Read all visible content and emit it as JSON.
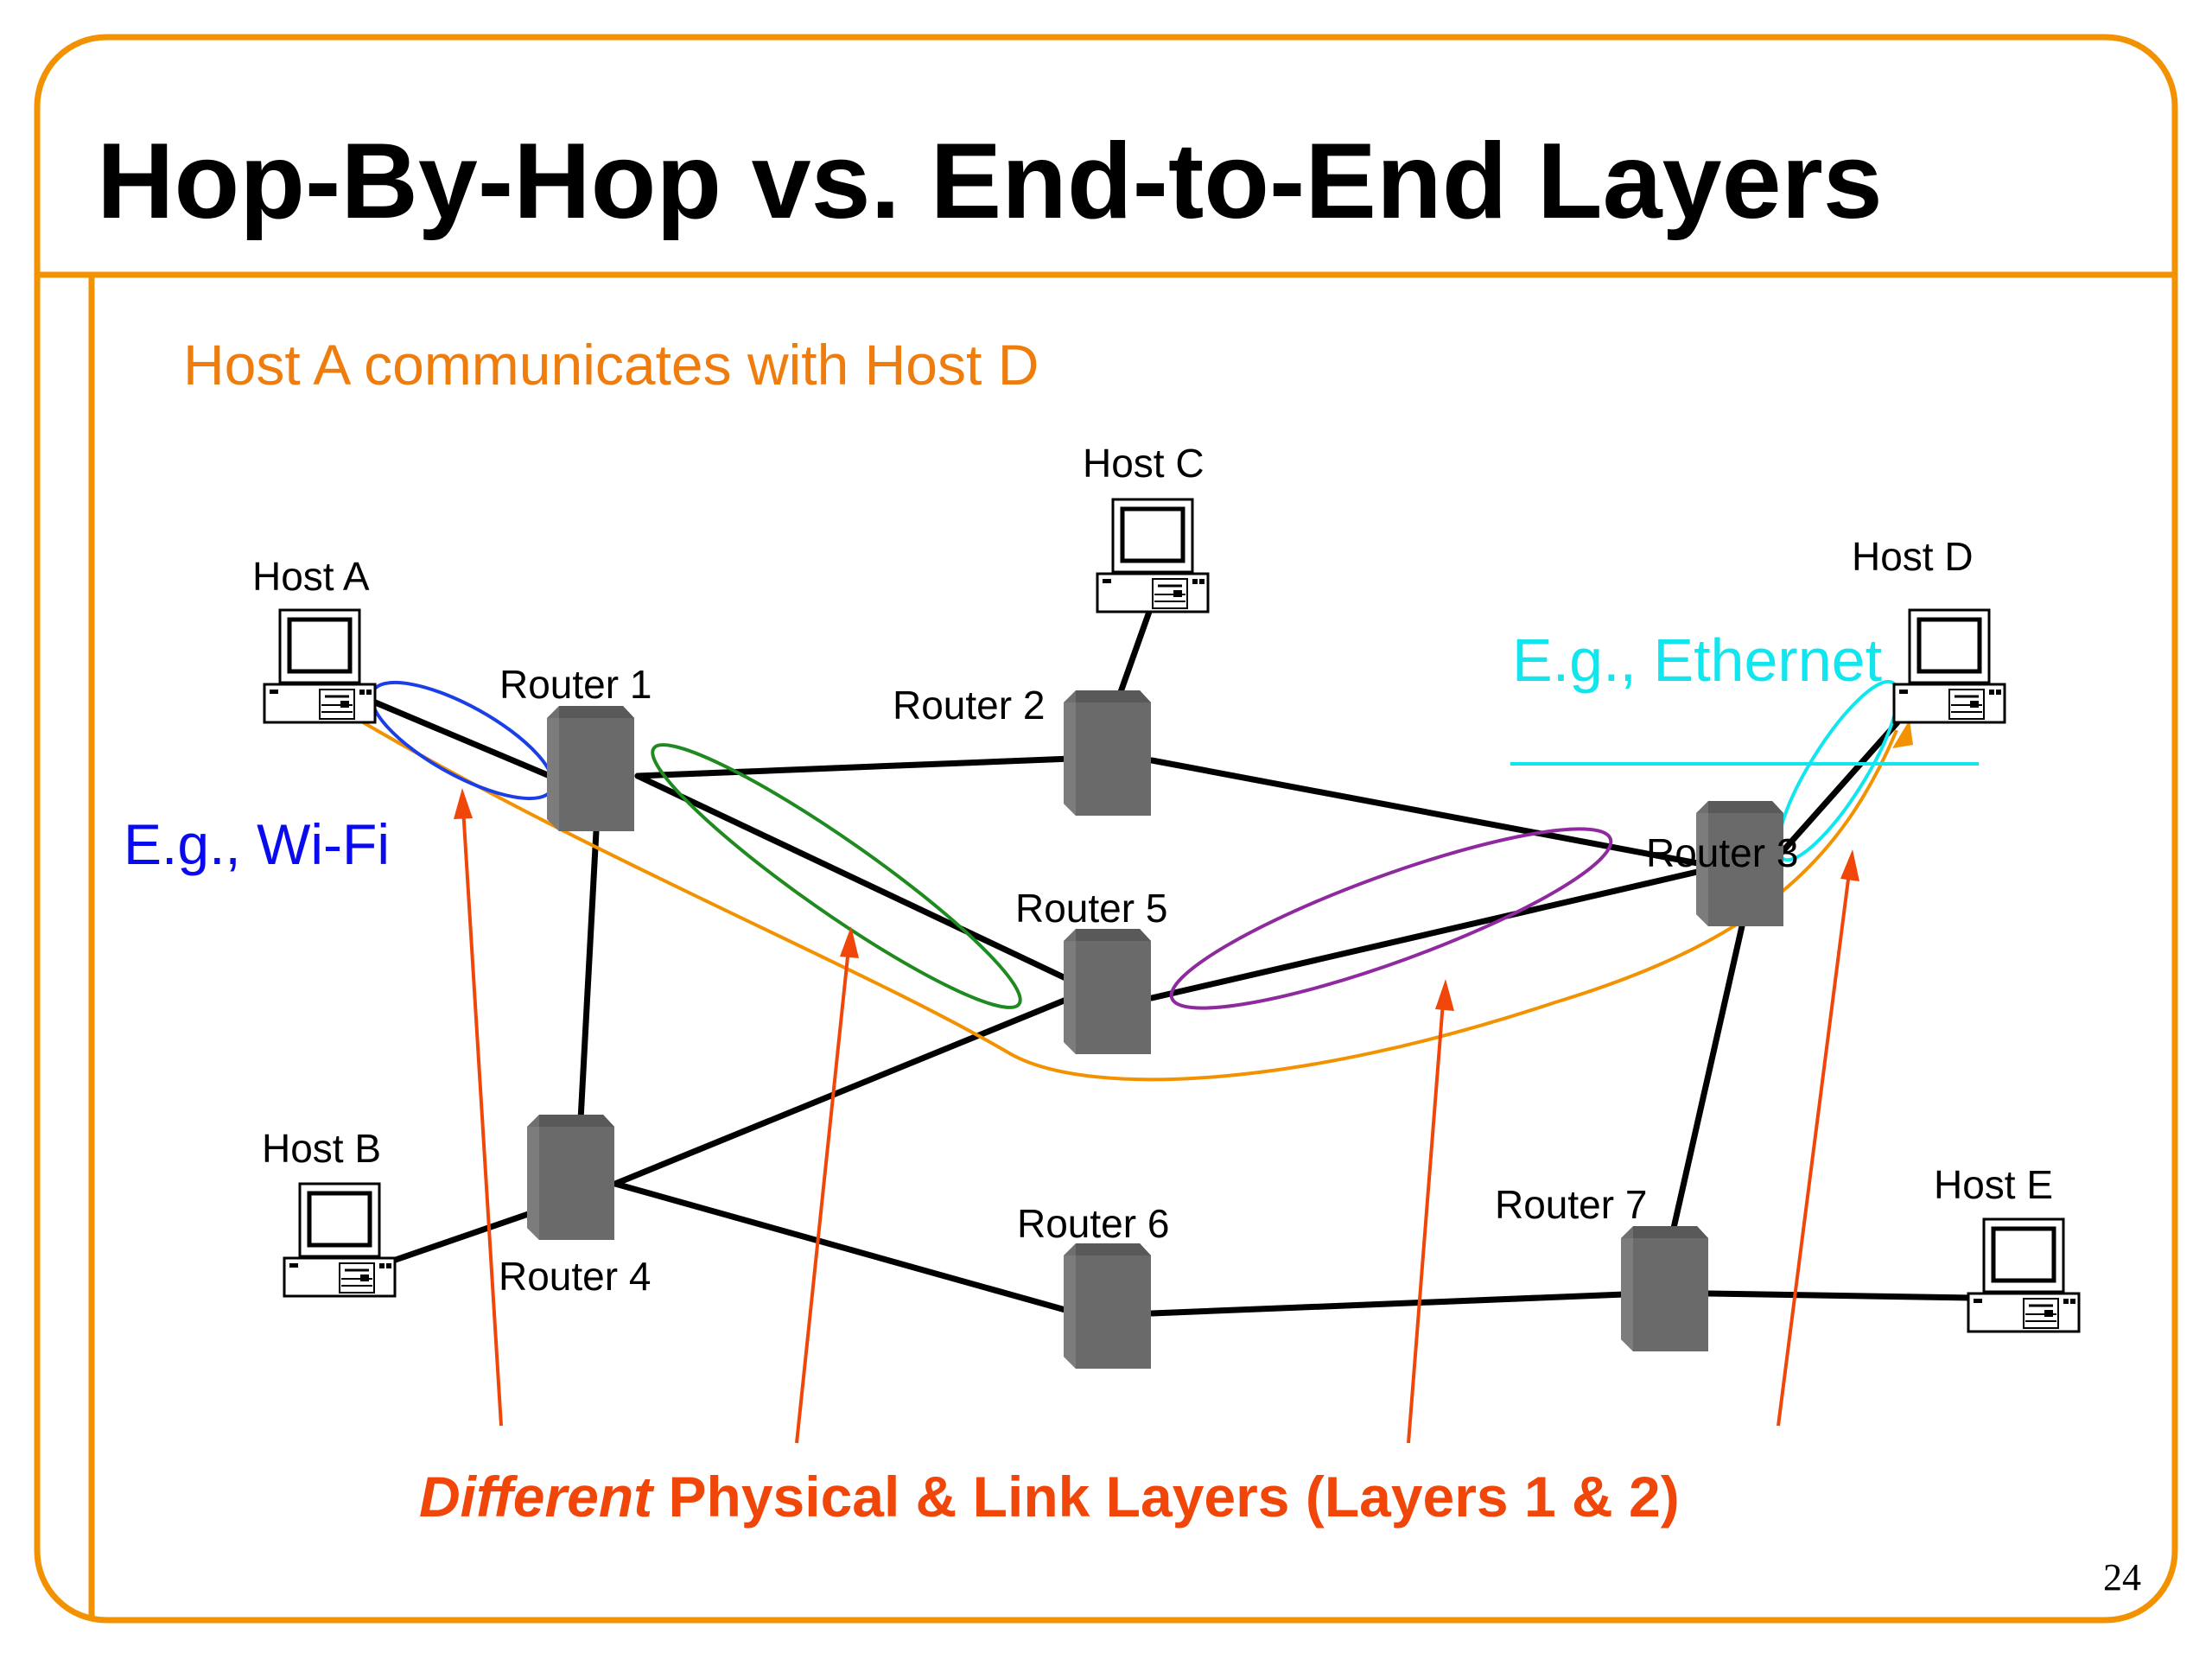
{
  "slide": {
    "title": "Hop-By-Hop vs. End-to-End Layers",
    "subtitle": "Host A communicates with Host D",
    "page_number": "24",
    "border_color": "#f39200"
  },
  "nodes": {
    "hosts": [
      {
        "id": "hostA",
        "label": "Host A"
      },
      {
        "id": "hostB",
        "label": "Host B"
      },
      {
        "id": "hostC",
        "label": "Host C"
      },
      {
        "id": "hostD",
        "label": "Host D"
      },
      {
        "id": "hostE",
        "label": "Host E"
      }
    ],
    "routers": [
      {
        "id": "r1",
        "label": "Router 1"
      },
      {
        "id": "r2",
        "label": "Router 2"
      },
      {
        "id": "r3",
        "label": "Router 3"
      },
      {
        "id": "r4",
        "label": "Router 4"
      },
      {
        "id": "r5",
        "label": "Router 5"
      },
      {
        "id": "r6",
        "label": "Router 6"
      },
      {
        "id": "r7",
        "label": "Router 7"
      }
    ]
  },
  "links": [
    [
      "hostA",
      "r1"
    ],
    [
      "r1",
      "r2"
    ],
    [
      "r1",
      "r5"
    ],
    [
      "r1",
      "r4"
    ],
    [
      "r2",
      "hostC"
    ],
    [
      "r2",
      "r3"
    ],
    [
      "r5",
      "r3"
    ],
    [
      "r5",
      "r4"
    ],
    [
      "r3",
      "hostD"
    ],
    [
      "r3",
      "r7"
    ],
    [
      "r4",
      "hostB"
    ],
    [
      "r4",
      "r6"
    ],
    [
      "r6",
      "r7"
    ],
    [
      "r7",
      "hostE"
    ]
  ],
  "annotations": {
    "wifi_label": "E.g., Wi-Fi",
    "ethernet_label": "E.g., Ethernet",
    "caption_emphasis": "Different",
    "caption_rest": " Physical & Link Layers (Layers 1 & 2)",
    "colors": {
      "wifi": "#1a3fe8",
      "hop2": "#1f8a1f",
      "hop3": "#8e2a9e",
      "ethernet": "#11e6ef",
      "path": "#f39200",
      "pointer": "#f0460a"
    }
  }
}
